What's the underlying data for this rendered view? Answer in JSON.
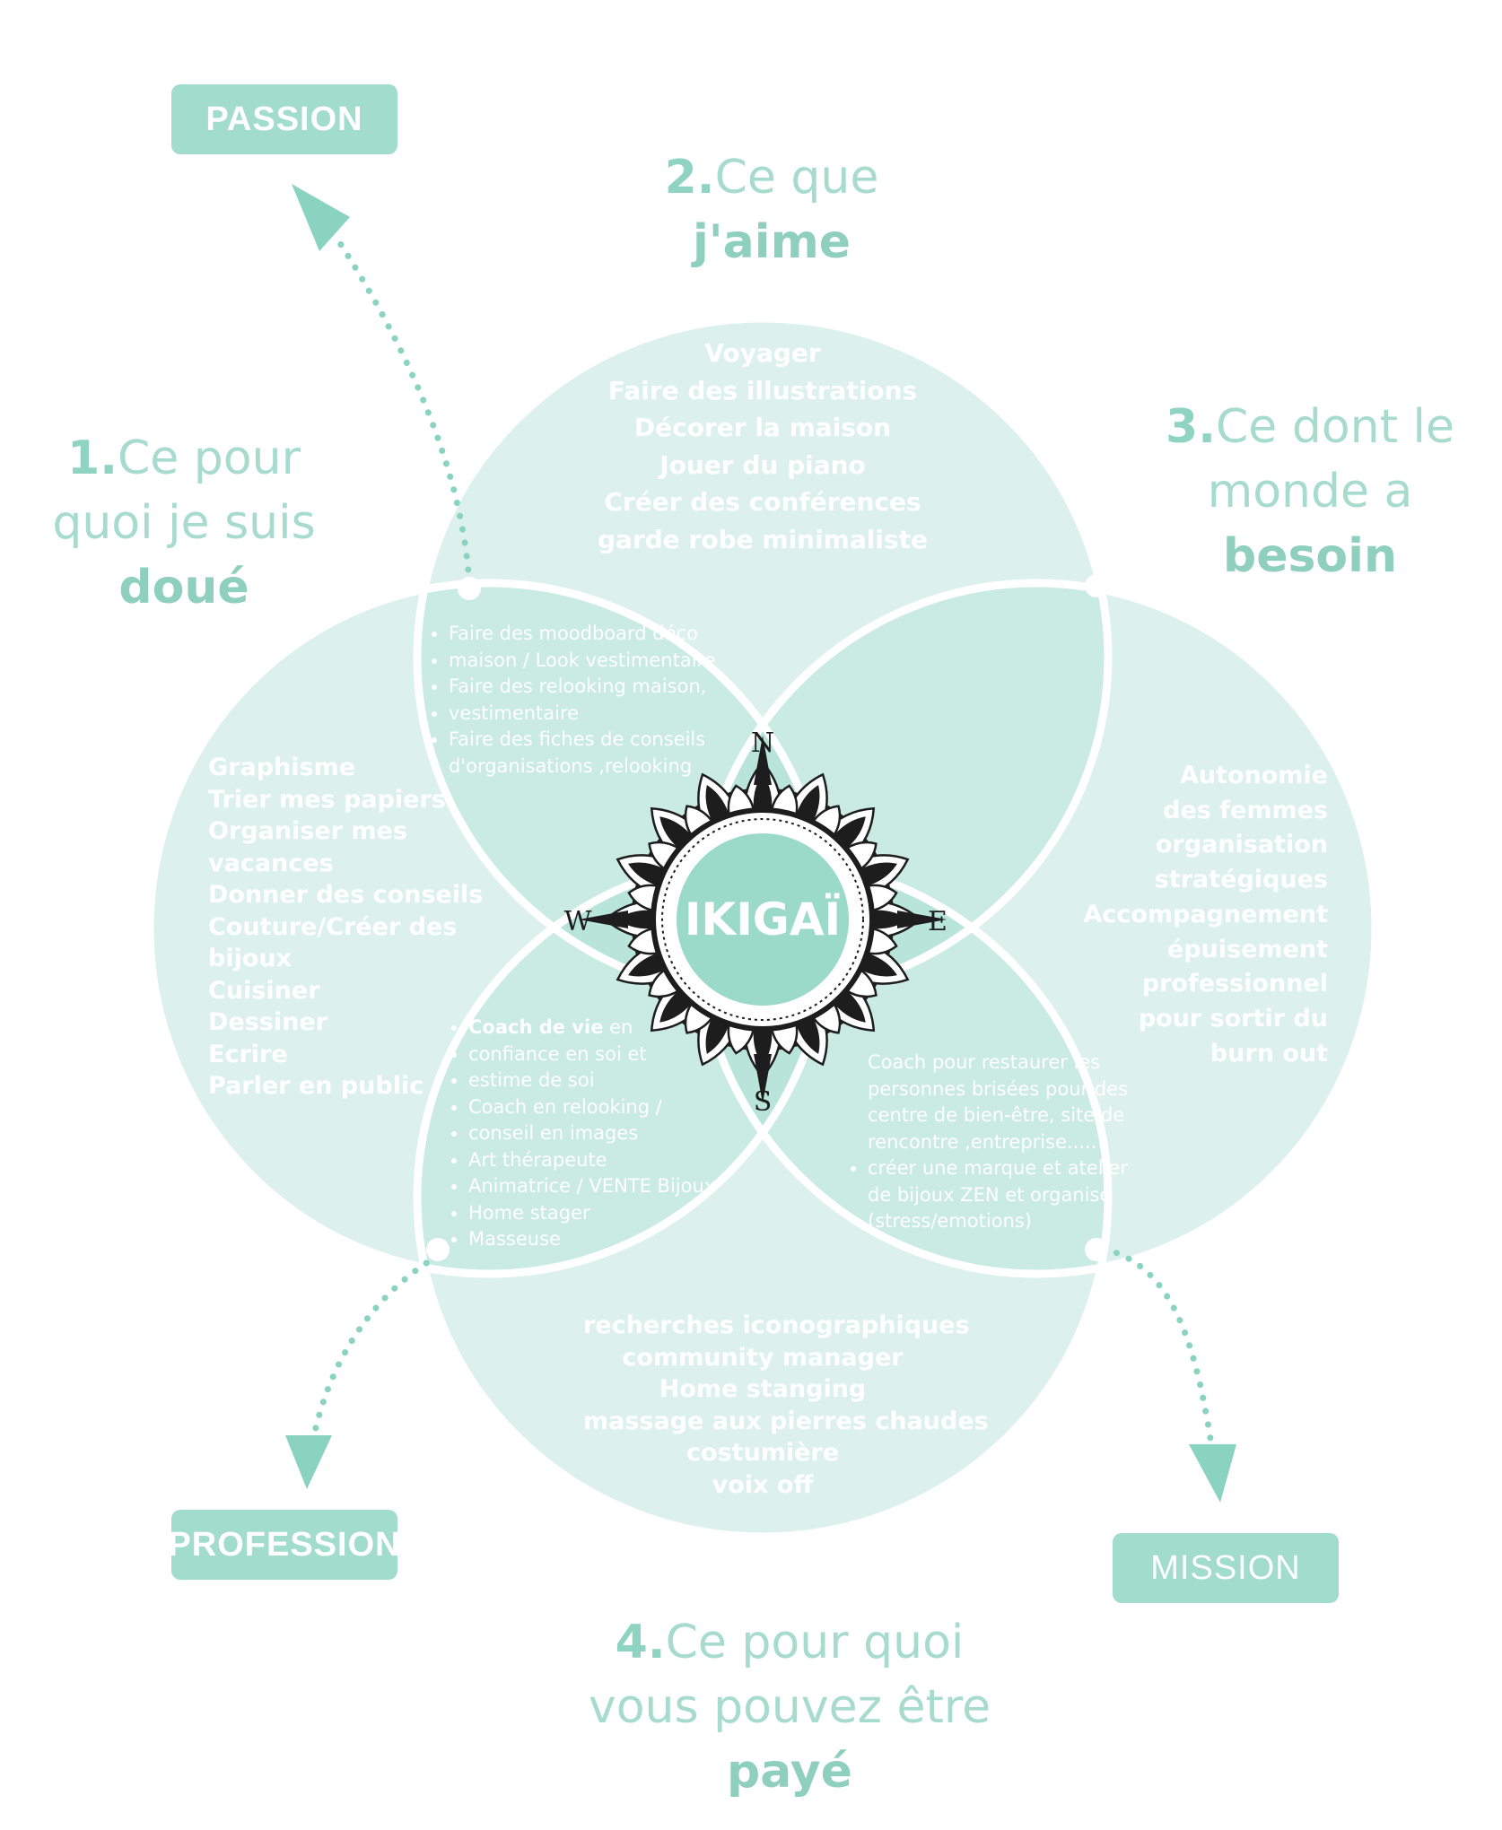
{
  "colors": {
    "petal_light": "#dcf1eb",
    "petal_mid": "#c9ebe2",
    "overlap": "#b9e4d9",
    "center_core": "#9bd9c8",
    "tag_bg": "#a2dccd",
    "heading_text": "#a6dbcd",
    "heading_strong": "#8fcfbe",
    "arrow": "#8ad3c1"
  },
  "tags": {
    "passion": "PASSION",
    "profession": "PROFESSION",
    "mission": "MISSION"
  },
  "headings": {
    "doue": {
      "num": "1.",
      "line1": "Ce pour",
      "line2": "quoi je suis",
      "strong": "doué"
    },
    "aime": {
      "num": "2.",
      "line1": "Ce que",
      "strong": "j'aime"
    },
    "besoin": {
      "num": "3.",
      "line1": "Ce dont le",
      "line2": "monde a",
      "strong": "besoin"
    },
    "paye": {
      "num": "4.",
      "line1": "Ce pour quoi",
      "line2": "vous pouvez être",
      "strong": "payé"
    }
  },
  "circles": {
    "top": [
      "Voyager",
      "Faire des illustrations",
      "Décorer la maison",
      "Jouer du piano",
      "Créer des conférences",
      "garde robe minimaliste"
    ],
    "left": [
      "Graphisme",
      "Trier mes papiers",
      "Organiser mes",
      "vacances",
      "Donner des conseils",
      "Couture/Créer des",
      "bijoux",
      "Cuisiner",
      "Dessiner",
      "Ecrire",
      "Parler en public"
    ],
    "right": [
      "Autonomie",
      "des femmes",
      "organisation",
      "stratégiques",
      "Accompagnement",
      "épuisement",
      "professionnel",
      "pour sortir du",
      "burn out"
    ],
    "bottom": [
      "recherches iconographiques",
      "community manager",
      "Home stanging",
      "massage aux pierres chaudes",
      "costumière",
      "voix off"
    ]
  },
  "overlaps": {
    "passion": [
      "Faire des moodboard déco",
      "maison / Look vestimentaire",
      "Faire des relooking maison,",
      "vestimentaire",
      "Faire des fiches de conseils",
      "d'organisations ,relooking"
    ],
    "profession_bold": "Coach de vie",
    "profession_first_rest": " en",
    "profession": [
      "confiance en soi et",
      "estime de soi",
      "Coach en relooking /",
      "conseil en images",
      "Art thérapeute",
      "Animatrice / VENTE Bijoux",
      "Home stager",
      "Masseuse"
    ],
    "mission": [
      "Coach pour restaurer les",
      "personnes brisées pour des",
      "centre de bien-être, site de",
      "rencontre ,entreprise.....",
      "créer une marque et atelier",
      "de bijoux ZEN et organisé",
      "(stress/emotions)"
    ]
  },
  "center": {
    "label": "IKIGAÏ",
    "compass": {
      "n": "N",
      "s": "S",
      "e": "E",
      "w": "W"
    }
  }
}
